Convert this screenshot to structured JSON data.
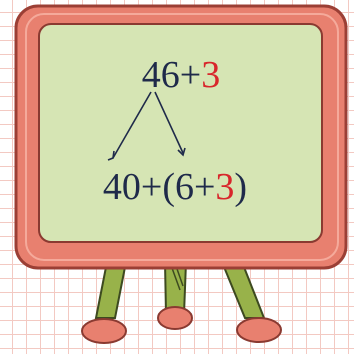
{
  "board": {
    "frame_color": "#e8806f",
    "frame_edge_color": "#b9483c",
    "surface_color": "#d6e5b4",
    "leg_color": "#98b24a",
    "foot_color": "#e8806f"
  },
  "expression_top": {
    "part_a": "46+",
    "part_b": "3"
  },
  "expression_bottom": {
    "part_a": "40+(6+",
    "part_b": "3",
    "part_c": ")"
  },
  "arrows": [
    "arrow-to-40",
    "arrow-to-6"
  ]
}
